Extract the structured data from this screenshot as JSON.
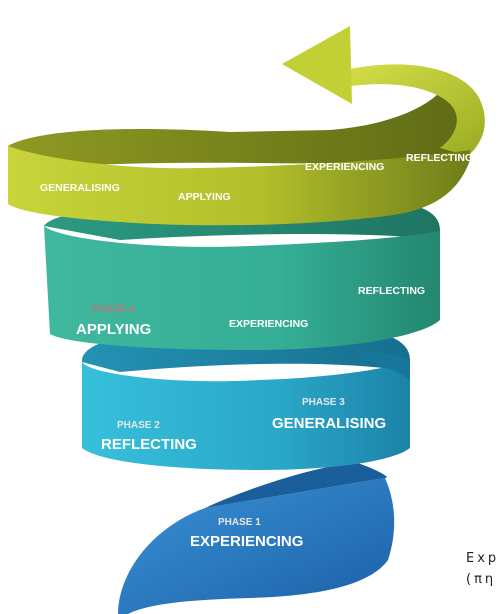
{
  "diagram": {
    "top_band": {
      "labels": [
        "GENERALISING",
        "APPLYING",
        "EXPERIENCING",
        "REFLECTING"
      ]
    },
    "band_4": {
      "phase": "PHASE 4",
      "title": "APPLYING",
      "labels": [
        "EXPERIENCING",
        "REFLECTING"
      ]
    },
    "band_3": {
      "phase_2": "PHASE 2",
      "title_2": "REFLECTING",
      "phase_3": "PHASE 3",
      "title_3": "GENERALISING"
    },
    "band_1": {
      "phase": "PHASE 1",
      "title": "EXPERIENCING"
    }
  },
  "caption": {
    "line1": "Exp",
    "line2": "(πη"
  },
  "colors": {
    "top_band": "#b6c42a",
    "band_4": "#3bb49a",
    "band_3": "#26a8c4",
    "band_1": "#2a7bc0"
  }
}
